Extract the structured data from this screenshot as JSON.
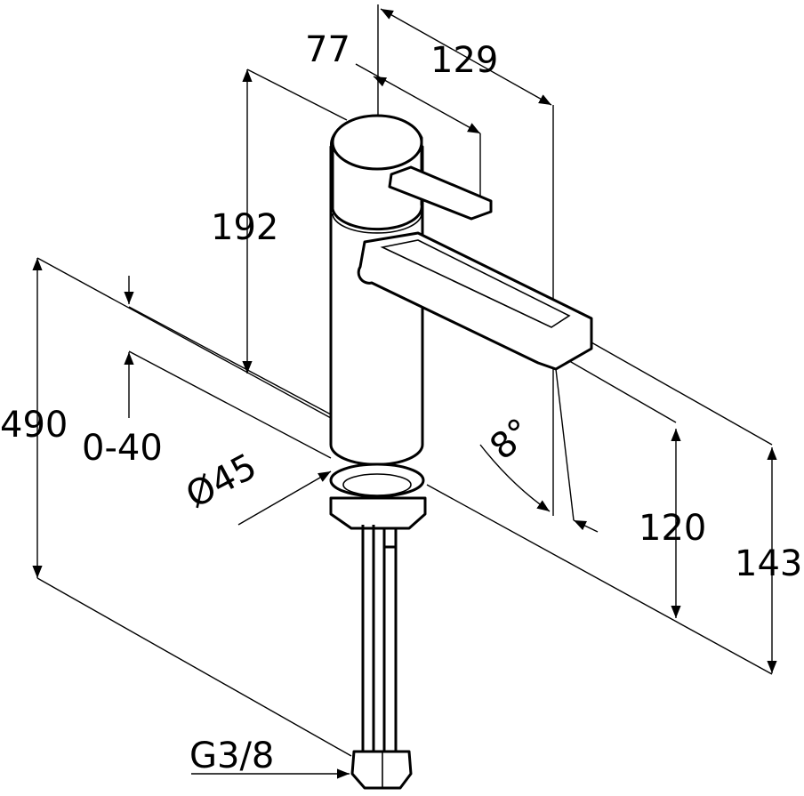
{
  "drawing": {
    "dimensions": {
      "handle_offset": "77",
      "spout_reach": "129",
      "body_height": "192",
      "total_height": "490",
      "counter_thickness": "0-40",
      "body_diameter": "Ø45",
      "spout_angle": "8°",
      "spout_clearance": "120",
      "spout_outlet_height": "143",
      "connection_thread": "G3/8"
    },
    "colors": {
      "line": "#000000",
      "background": "#ffffff"
    }
  }
}
